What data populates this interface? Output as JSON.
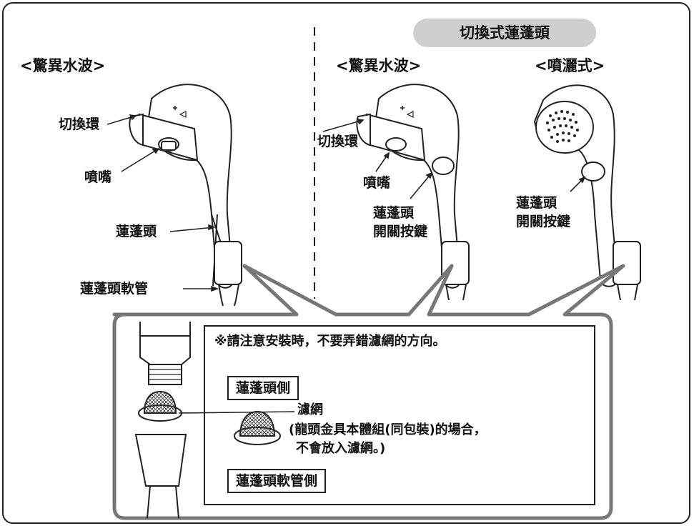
{
  "sections": {
    "left_heading": "<驚異水波>",
    "middle_heading": "<驚異水波>",
    "right_heading": "<噴灑式>",
    "badge": "切換式蓮蓬頭"
  },
  "left_labels": {
    "switch_ring": "切換環",
    "nozzle": "噴嘴",
    "shower_head": "蓮蓬頭",
    "hose": "蓮蓬頭軟管"
  },
  "middle_labels": {
    "switch_ring": "切換環",
    "nozzle": "噴嘴",
    "switch_button_line1": "蓮蓬頭",
    "switch_button_line2": "開關按鍵"
  },
  "right_labels": {
    "switch_button_line1": "蓮蓬頭",
    "switch_button_line2": "開關按鍵"
  },
  "callout": {
    "notice": "※請注意安裝時，不要弄錯濾網的方向。",
    "head_side": "蓮蓬頭側",
    "filter": "濾網",
    "filter_note_line1": "(龍頭金具本體組(同包裝)的場合，",
    "filter_note_line2": "不會放入濾網。)",
    "hose_side": "蓮蓬頭軟管側"
  }
}
